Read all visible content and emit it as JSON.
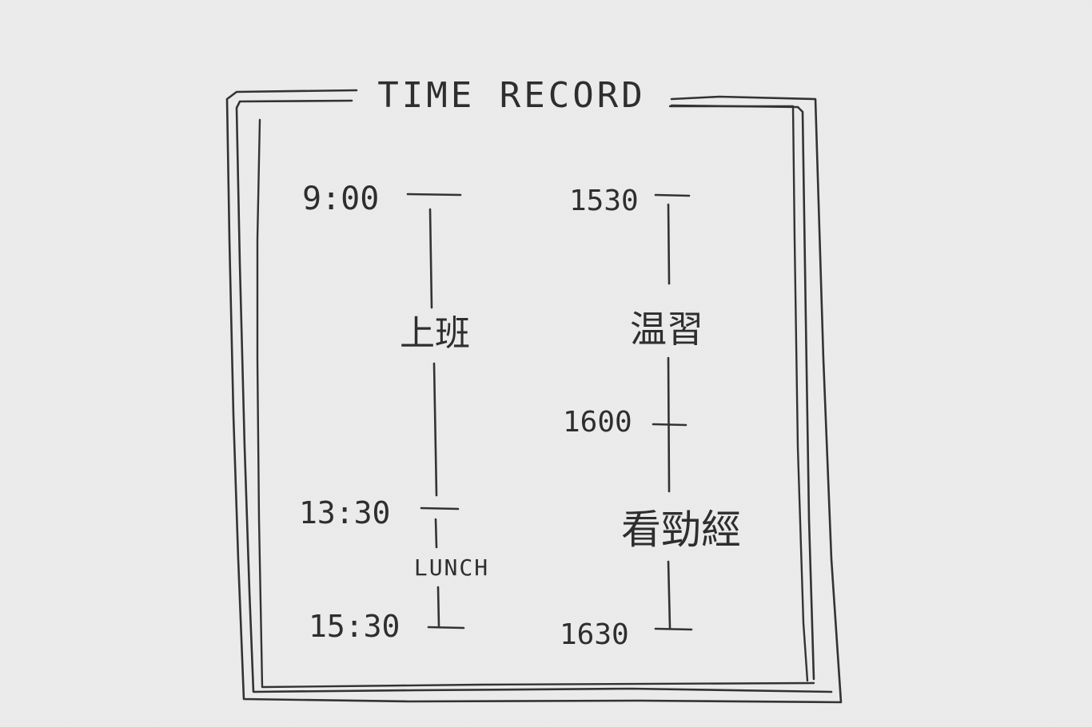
{
  "title": "TIME RECORD",
  "left_timeline": {
    "times": [
      "9:00",
      "13:30",
      "15:30"
    ],
    "activities": [
      "上班",
      "LUNCH"
    ]
  },
  "right_timeline": {
    "times": [
      "1530",
      "1600",
      "1630"
    ],
    "activities": [
      "温習",
      "看勁經"
    ]
  },
  "colors": {
    "paper": "#ececec",
    "ink": "#333333"
  }
}
